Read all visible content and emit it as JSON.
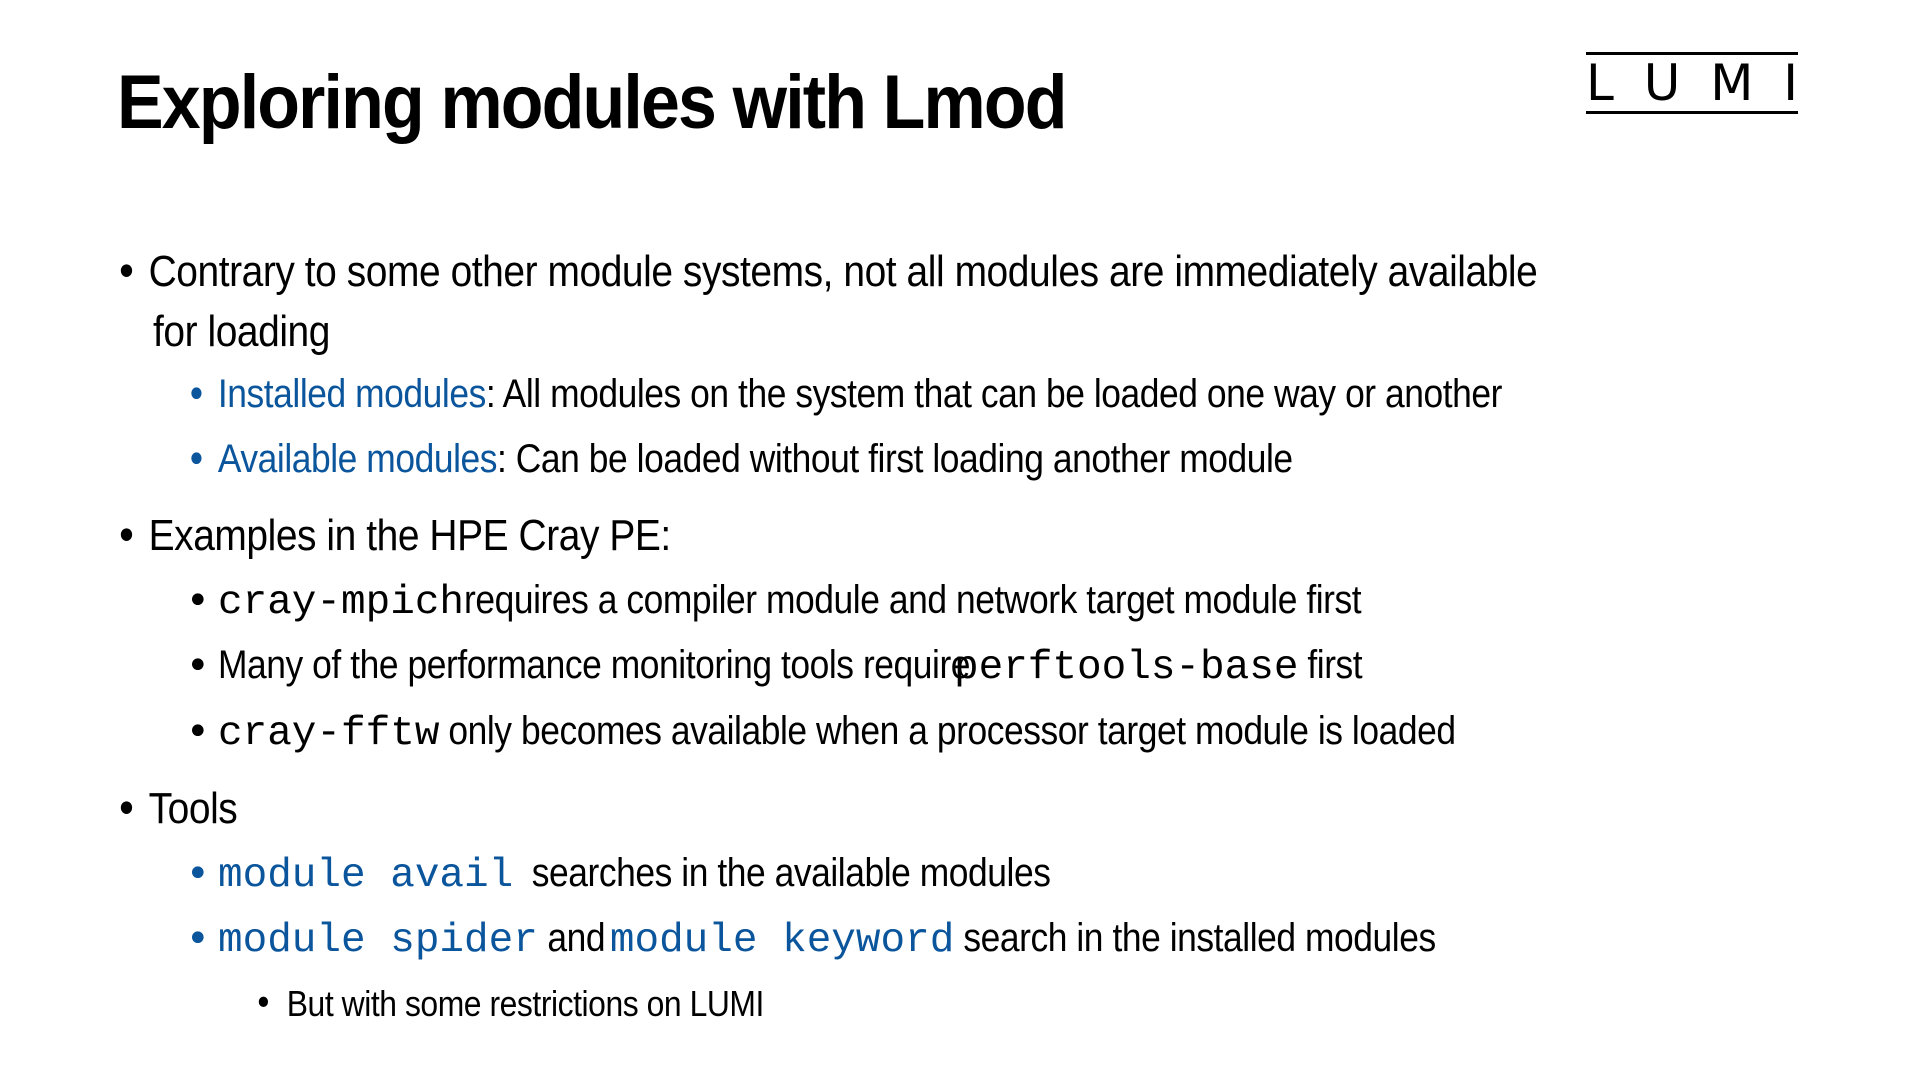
{
  "slide": {
    "title": "Exploring modules with Lmod",
    "logo": {
      "letters": [
        "L",
        "U",
        "M",
        "I"
      ],
      "text": "LUMI"
    },
    "colors": {
      "accent_blue": "#0a559c",
      "text": "#000000",
      "background": "#ffffff"
    },
    "bullets": [
      {
        "level": 1,
        "text_line1": "Contrary to some other module systems, not all modules are immediately available",
        "text_line2": "for loading",
        "children": [
          {
            "level": 2,
            "term": "Installed modules",
            "rest": ": All modules on the system that can be loaded one way or another"
          },
          {
            "level": 2,
            "term": "Available modules",
            "rest": ": Can be loaded without first loading another module"
          }
        ]
      },
      {
        "level": 1,
        "text": "Examples in the HPE Cray PE:",
        "children": [
          {
            "level": 2,
            "code": "cray-mpich",
            "rest": " requires a compiler module and network target module first"
          },
          {
            "level": 2,
            "pre": "Many of the performance monitoring tools require ",
            "code": "perftools-base",
            "rest": " first"
          },
          {
            "level": 2,
            "code": "cray-fftw",
            "rest": " only becomes available when a processor target module is loaded"
          }
        ]
      },
      {
        "level": 1,
        "text": "Tools",
        "children": [
          {
            "level": 2,
            "code": "module avail",
            "rest": "  searches in the available modules"
          },
          {
            "level": 2,
            "code": "module spider",
            "mid": " and ",
            "code2": "module keyword",
            "rest": " search in the installed modules",
            "children": [
              {
                "level": 3,
                "text": "But with some restrictions on LUMI"
              }
            ]
          }
        ]
      }
    ],
    "bullet_glyph": "•"
  }
}
